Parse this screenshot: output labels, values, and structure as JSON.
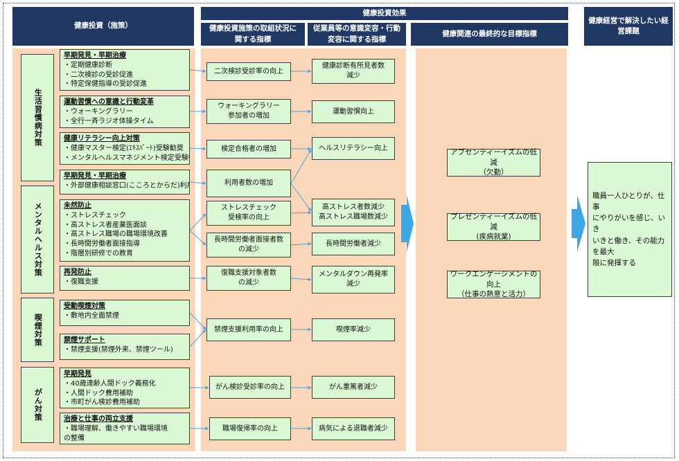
{
  "headers": {
    "investment": "健康投資（施策）",
    "effects": "健康投資効果",
    "status_line1": "健康投資施策の取組状況に",
    "status_line2": "関する指標",
    "awareness_line1": "従業員等の意識変容・行動",
    "awareness_line2": "変容に関する指標",
    "goals": "健康関連の最終的な目標指標",
    "issues_line1": "健康経営で解決したい経",
    "issues_line2": "営課題"
  },
  "categories": [
    {
      "label": "生活習慣病対策"
    },
    {
      "label": "メンタルヘルス対策"
    },
    {
      "label": "喫煙対策"
    },
    {
      "label": "がん対策"
    }
  ],
  "initiatives": [
    {
      "title": "早期発見・早期治療",
      "items": [
        "・定期健康診断",
        "・二次検診の受診促進",
        "・特定保健指導の受診促進"
      ]
    },
    {
      "title": "運動習慣への意識と行動変革",
      "items": [
        "・ウォーキングラリー",
        "・全行一斉ラジオ体操タイム"
      ]
    },
    {
      "title": "健康リテラシー向上対策",
      "items": [
        "・健康マスター検定(ｴｷｽﾊﾟｰﾄ)受験勧奨",
        "・メンタルヘルスマネジメント検定受験勧奨"
      ]
    },
    {
      "title": "早期発見・早期治療",
      "items": [
        "・外部健康相談窓口(こころとからだ)利用"
      ]
    },
    {
      "title": "未然防止",
      "items": [
        "・ストレスチェック",
        "・高ストレス者産業医面談",
        "・高ストレス職場の職場環境改善",
        "・長時間労働者面接指導",
        "・階層別研修での教育"
      ]
    },
    {
      "title": "再発防止",
      "items": [
        "・復職支援"
      ]
    },
    {
      "title": "受動喫煙対策",
      "items": [
        "・敷地内全面禁煙"
      ]
    },
    {
      "title": "禁煙サポート",
      "items": [
        "・禁煙支援(禁煙外来、禁煙ツール)"
      ]
    },
    {
      "title": "早期発見",
      "items": [
        "・40歳達齢人間ドック義務化",
        "・人間ドック費用補助",
        "・市町がん検診費用補助"
      ]
    },
    {
      "title": "治療と仕事の両立支援",
      "items": [
        "・職場理解、働きやすい職場環境",
        "の整備"
      ]
    }
  ],
  "status_indicators": [
    {
      "lines": [
        "二次検診受診率の向上"
      ]
    },
    {
      "lines": [
        "ウォーキングラリー",
        "参加者の増加"
      ]
    },
    {
      "lines": [
        "検定合格者の増加"
      ]
    },
    {
      "lines": [
        "利用者数の増加"
      ]
    },
    {
      "lines": [
        "ストレスチェック",
        "受検率の向上"
      ]
    },
    {
      "lines": [
        "長時間労働者面接者数",
        "の減少"
      ]
    },
    {
      "lines": [
        "復職支援対象者数",
        "の減少"
      ]
    },
    {
      "lines": [
        "禁煙支援利用率の向上"
      ]
    },
    {
      "lines": [
        "がん検診受診率の向上"
      ]
    },
    {
      "lines": [
        "職場復帰率の向上"
      ]
    }
  ],
  "awareness_indicators": [
    {
      "lines": [
        "健康診断有所見者数",
        "減少"
      ]
    },
    {
      "lines": [
        "運動習慣向上"
      ]
    },
    {
      "lines": [
        "ヘルスリテラシー向上"
      ]
    },
    {
      "lines": [
        "高ストレス者数減少",
        "高ストレス職場数減少"
      ]
    },
    {
      "lines": [
        "長時間労働者減少"
      ]
    },
    {
      "lines": [
        "メンタルダウン再発率",
        "減少"
      ]
    },
    {
      "lines": [
        "喫煙率減少"
      ]
    },
    {
      "lines": [
        "がん重篤者減少"
      ]
    },
    {
      "lines": [
        "病気による退職者減少"
      ]
    }
  ],
  "goals": [
    {
      "lines": [
        "アブセンティーイズムの低減",
        "（欠勤）"
      ]
    },
    {
      "lines": [
        "プレゼンティーイズムの低減",
        "(疾病就業)"
      ]
    },
    {
      "lines": [
        "ワークエンゲージメントの向上",
        "（仕事の熱意と活力）"
      ]
    }
  ],
  "final_issue": {
    "lines": [
      "職員一人ひとりが、仕事",
      "にやりがいを感じ、いき",
      "いきと働き、その能力を最大",
      "限に発揮する"
    ]
  },
  "colors": {
    "header": "#1f3864",
    "box_fill": "#d9f8d3",
    "panel_fill": "#fad7b9",
    "connector": "#4aa3df",
    "big_arrow": "#3ba8e6"
  }
}
